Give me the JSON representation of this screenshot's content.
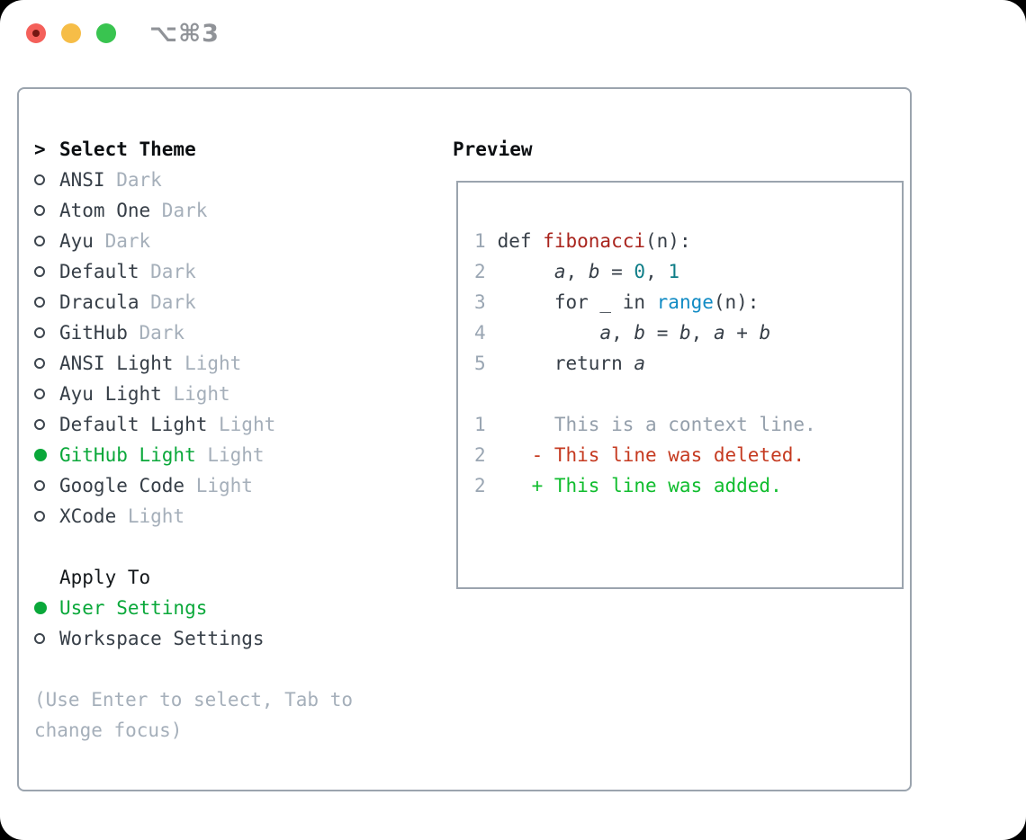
{
  "window": {
    "shortcut_label": "⌥⌘3",
    "traffic_lights": [
      "close",
      "minimize",
      "zoom"
    ]
  },
  "colors": {
    "panel_border": "#9ba4ae",
    "selected_green": "#0aa83a",
    "muted_gray": "#a5afba",
    "text_dark": "#363e47",
    "function_red": "#a9241d",
    "number_teal": "#0e7d87",
    "builtin_blue": "#118bc4",
    "diff_deleted_red": "#c53a20",
    "diff_added_green": "#10bd2e",
    "traffic_red": "#f4605a",
    "traffic_yellow": "#f6bd47",
    "traffic_green": "#39c450"
  },
  "theme_picker": {
    "header_prefix": ">",
    "header": "Select Theme",
    "items": [
      {
        "name": "ANSI",
        "variant": "Dark",
        "selected": false
      },
      {
        "name": "Atom One",
        "variant": "Dark",
        "selected": false
      },
      {
        "name": "Ayu",
        "variant": "Dark",
        "selected": false
      },
      {
        "name": "Default",
        "variant": "Dark",
        "selected": false
      },
      {
        "name": "Dracula",
        "variant": "Dark",
        "selected": false
      },
      {
        "name": "GitHub",
        "variant": "Dark",
        "selected": false
      },
      {
        "name": "ANSI Light",
        "variant": "Light",
        "selected": false
      },
      {
        "name": "Ayu Light",
        "variant": "Light",
        "selected": false
      },
      {
        "name": "Default Light",
        "variant": "Light",
        "selected": false
      },
      {
        "name": "GitHub Light",
        "variant": "Light",
        "selected": true
      },
      {
        "name": "Google Code",
        "variant": "Light",
        "selected": false
      },
      {
        "name": "XCode",
        "variant": "Light",
        "selected": false
      }
    ]
  },
  "apply_to": {
    "header": "Apply To",
    "items": [
      {
        "label": "User Settings",
        "selected": true
      },
      {
        "label": "Workspace Settings",
        "selected": false
      }
    ]
  },
  "hint": "(Use Enter to select, Tab to change focus)",
  "preview": {
    "header": "Preview",
    "lines": [
      {
        "num": "1",
        "tokens": [
          {
            "t": " def ",
            "c": "fg"
          },
          {
            "t": "fibonacci",
            "c": "red"
          },
          {
            "t": "(n):",
            "c": "fg"
          }
        ]
      },
      {
        "num": "2",
        "tokens": [
          {
            "t": "      ",
            "c": "fg"
          },
          {
            "t": "a",
            "c": "fg",
            "i": true
          },
          {
            "t": ", ",
            "c": "fg"
          },
          {
            "t": "b",
            "c": "fg",
            "i": true
          },
          {
            "t": " = ",
            "c": "fg"
          },
          {
            "t": "0",
            "c": "teal"
          },
          {
            "t": ", ",
            "c": "fg"
          },
          {
            "t": "1",
            "c": "teal"
          }
        ]
      },
      {
        "num": "3",
        "tokens": [
          {
            "t": "      for _ in ",
            "c": "fg"
          },
          {
            "t": "range",
            "c": "blue"
          },
          {
            "t": "(n):",
            "c": "fg"
          }
        ]
      },
      {
        "num": "4",
        "tokens": [
          {
            "t": "          ",
            "c": "fg"
          },
          {
            "t": "a",
            "c": "fg",
            "i": true
          },
          {
            "t": ", ",
            "c": "fg"
          },
          {
            "t": "b",
            "c": "fg",
            "i": true
          },
          {
            "t": " = ",
            "c": "fg"
          },
          {
            "t": "b",
            "c": "fg",
            "i": true
          },
          {
            "t": ", ",
            "c": "fg"
          },
          {
            "t": "a",
            "c": "fg",
            "i": true
          },
          {
            "t": " + ",
            "c": "fg"
          },
          {
            "t": "b",
            "c": "fg",
            "i": true
          }
        ]
      },
      {
        "num": "5",
        "tokens": [
          {
            "t": "      return ",
            "c": "fg"
          },
          {
            "t": "a",
            "c": "fg",
            "i": true
          }
        ]
      },
      {
        "num": "",
        "tokens": []
      },
      {
        "num": "1",
        "tokens": [
          {
            "t": "      This is a context line.",
            "c": "gray"
          }
        ]
      },
      {
        "num": "2",
        "tokens": [
          {
            "t": "    - This line was deleted.",
            "c": "del"
          }
        ]
      },
      {
        "num": "2",
        "tokens": [
          {
            "t": "    + This line was added.",
            "c": "add"
          }
        ]
      }
    ]
  }
}
